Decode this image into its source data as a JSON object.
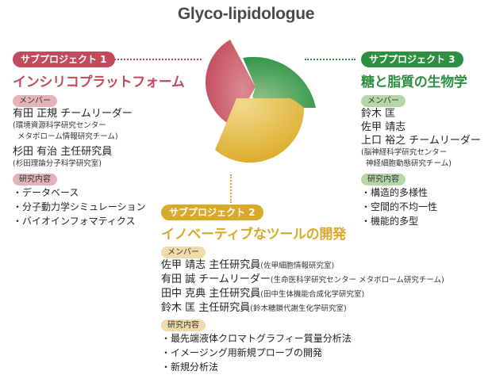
{
  "header": {
    "title": "Glyco-lipidologue"
  },
  "colors": {
    "sp1": "#c24a5c",
    "sp1_tag": "#e3b4b6",
    "sp2": "#d9a92a",
    "sp2_tag": "#f0dca8",
    "sp3": "#2e8f43",
    "sp3_tag": "#b7d6a8"
  },
  "subprojects": [
    {
      "label": "サブプロジェクト 1",
      "theme": "インシリコプラットフォーム",
      "members_label": "メンバー",
      "members": [
        {
          "name": "有田 正規 チームリーダー",
          "aff": [
            "(環境資源科学研究センター",
            " メタボローム情報研究チーム)"
          ]
        },
        {
          "name": "杉田 有治 主任研究員",
          "aff": [
            "(杉田理論分子科学研究室)"
          ]
        }
      ],
      "research_label": "研究内容",
      "research": [
        "・データベース",
        "・分子動力学シミュレーション",
        "・バイオインフォマティクス"
      ]
    },
    {
      "label": "サブプロジェクト 2",
      "theme": "イノベーティブなツールの開発",
      "members_label": "メンバー",
      "members": [
        {
          "name": "佐甲 靖志 主任研究員",
          "aff": "(佐甲細胞情報研究室)"
        },
        {
          "name": "有田 誠 チームリーダー",
          "aff": "(生命医科学研究センター メタボローム研究チーム)"
        },
        {
          "name": "田中 克典 主任研究員",
          "aff": "(田中生体機能合成化学研究室)"
        },
        {
          "name": "鈴木 匡 主任研究員",
          "aff": "(鈴木糖鎖代謝生化学研究室)"
        }
      ],
      "research_label": "研究内容",
      "research": [
        "・最先端液体クロマトグラフィー質量分析法",
        "・イメージング用新規プローブの開発",
        "・新規分析法"
      ]
    },
    {
      "label": "サブプロジェクト 3",
      "theme": "糖と脂質の生物学",
      "members_label": "メンバー",
      "members": [
        {
          "name": "鈴木 匡"
        },
        {
          "name": "佐甲 靖志"
        },
        {
          "name": "上口 裕之 チームリーダー",
          "aff": [
            "(脳神経科学研究センター",
            " 神経細胞動態研究チーム)"
          ]
        }
      ],
      "research_label": "研究内容",
      "research": [
        "・構造的多様性",
        "・空間的不均一性",
        "・機能的多型"
      ]
    }
  ]
}
